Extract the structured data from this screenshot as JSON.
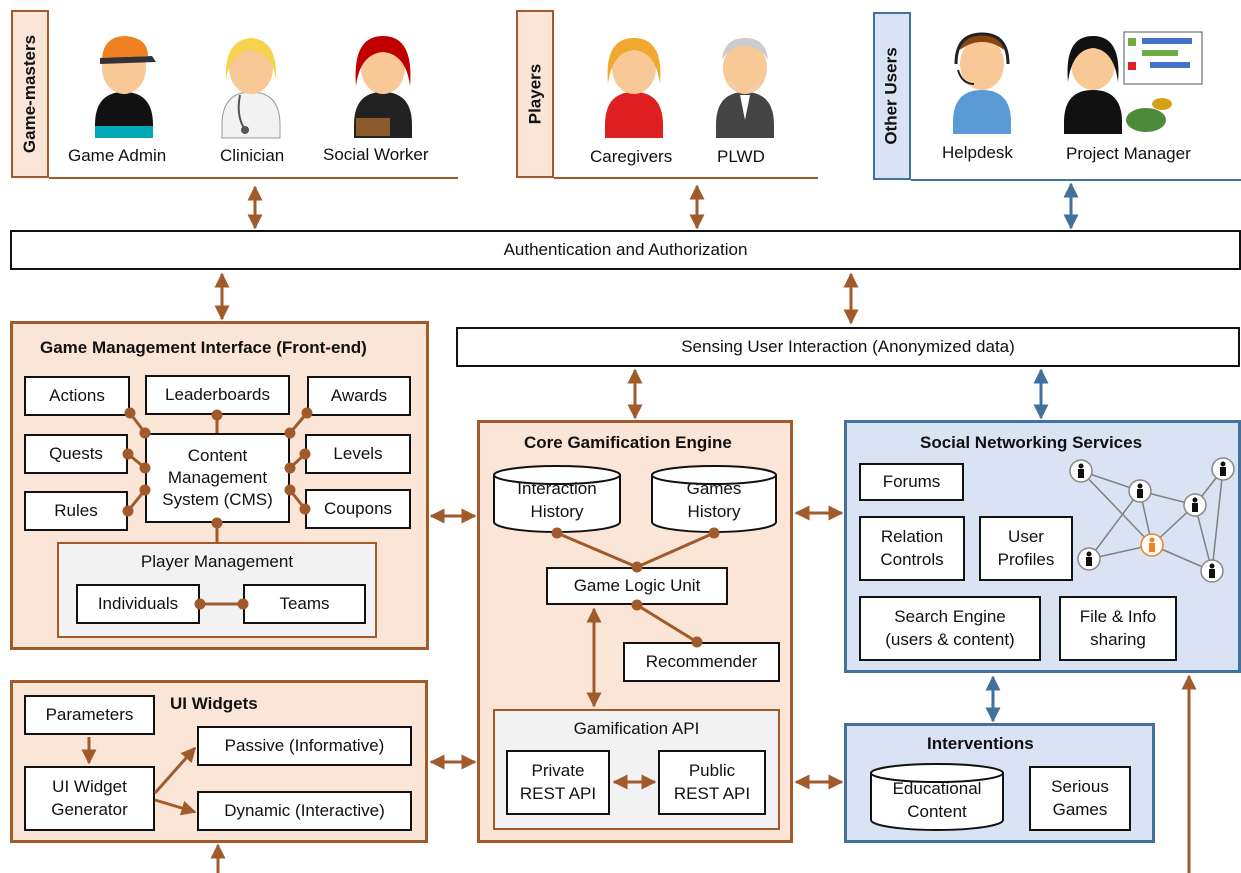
{
  "colors": {
    "orange_border": "#a05a2c",
    "orange_fill": "#fbe5d6",
    "blue_border": "#41719c",
    "blue_fill": "#dae3f3"
  },
  "groups": {
    "gamemasters": {
      "label": "Game-masters",
      "members": [
        "Game Admin",
        "Clinician",
        "Social Worker"
      ]
    },
    "players": {
      "label": "Players",
      "members": [
        "Caregivers",
        "PLWD"
      ]
    },
    "others": {
      "label": "Other Users",
      "members": [
        "Helpdesk",
        "Project Manager"
      ]
    }
  },
  "auth": "Authentication and Authorization",
  "sensing": "Sensing User Interaction (Anonymized data)",
  "gmi": {
    "title": "Game Management Interface (Front-end)",
    "actions": "Actions",
    "leaderboards": "Leaderboards",
    "awards": "Awards",
    "quests": "Quests",
    "levels": "Levels",
    "rules": "Rules",
    "coupons": "Coupons",
    "cms": "Content Management System (CMS)",
    "player_mgmt": "Player Management",
    "individuals": "Individuals",
    "teams": "Teams"
  },
  "widgets": {
    "title": "UI Widgets",
    "parameters": "Parameters",
    "generator": "UI Widget Generator",
    "passive": "Passive (Informative)",
    "dynamic": "Dynamic (Interactive)"
  },
  "engine": {
    "title": "Core Gamification Engine",
    "interaction_history": "Interaction History",
    "games_history": "Games History",
    "logic": "Game Logic Unit",
    "recommender": "Recommender",
    "api": "Gamification API",
    "private_api": "Private REST API",
    "public_api": "Public REST API"
  },
  "social": {
    "title": "Social Networking Services",
    "forums": "Forums",
    "relation": "Relation Controls",
    "profiles": "User Profiles",
    "search": "Search Engine (users & content)",
    "file": "File & Info sharing"
  },
  "interventions": {
    "title": "Interventions",
    "educational": "Educational Content",
    "serious": "Serious Games"
  }
}
